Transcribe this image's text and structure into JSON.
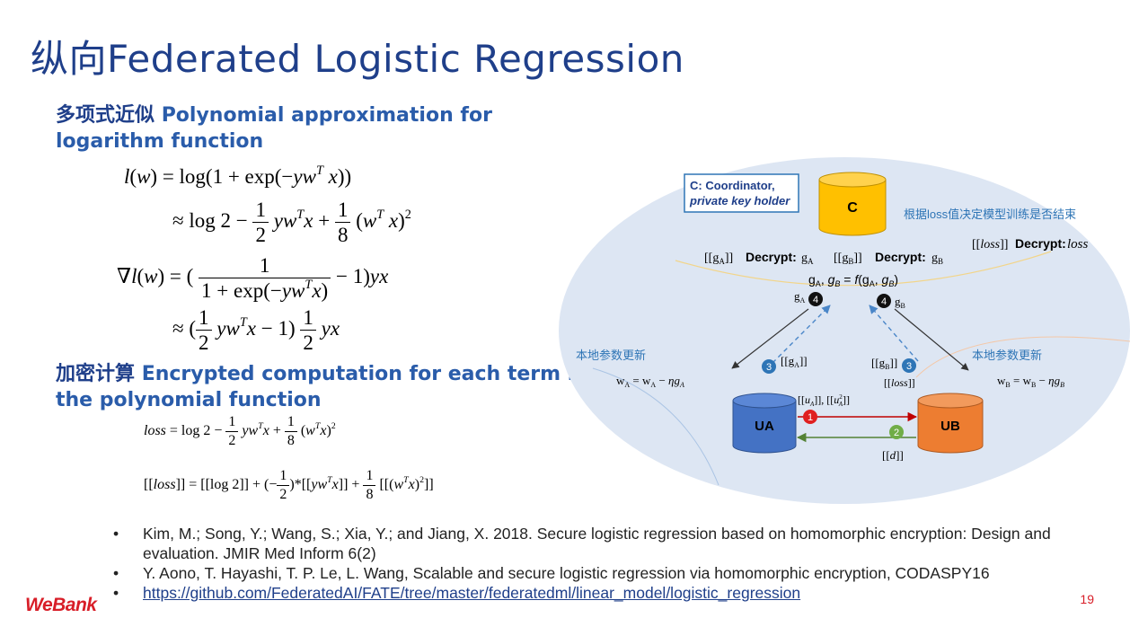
{
  "title": "纵向Federated Logistic Regression",
  "section1": {
    "zh": "多项式近似",
    "en": "Polynomial approximation for logarithm function"
  },
  "section2": {
    "zh": "加密计算",
    "en": "Encrypted computation for each term in the polynomial function"
  },
  "diagram": {
    "coordinator_label_line1": "C: Coordinator,",
    "coordinator_label_line2": "private key holder",
    "node_c": "C",
    "node_ua": "UA",
    "node_ub": "UB",
    "note_loss": "根据loss值决定模型训练是否结束",
    "decrypt_label": "Decrypt:",
    "local_update_a": "本地参数更新",
    "local_update_b": "本地参数更新",
    "step1": "1",
    "step2": "2",
    "step3a": "3",
    "step3b": "3",
    "step4a": "4",
    "step4b": "4",
    "colors": {
      "ellipse": "#dde6f3",
      "node_c": "#ffc000",
      "node_ua": "#4472c4",
      "node_ub": "#ed7d31",
      "label_box": "#2e75b6",
      "step_blue": "#2e75b6",
      "step_red": "#e02020",
      "step_green": "#70ad47",
      "step_black": "#111111"
    }
  },
  "references": [
    "Kim, M.; Song, Y.; Wang, S.; Xia, Y.; and Jiang, X. 2018. Secure logistic regression based on homomorphic encryption: Design and evaluation. JMIR Med Inform 6(2)",
    "Y. Aono, T. Hayashi, T. P. Le, L. Wang, Scalable and secure logistic regression via homomorphic encryption, CODASPY16",
    "https://github.com/FederatedAI/FATE/tree/master/federatedml/linear_model/logistic_regression"
  ],
  "logo": "WeBank",
  "page_number": "19"
}
